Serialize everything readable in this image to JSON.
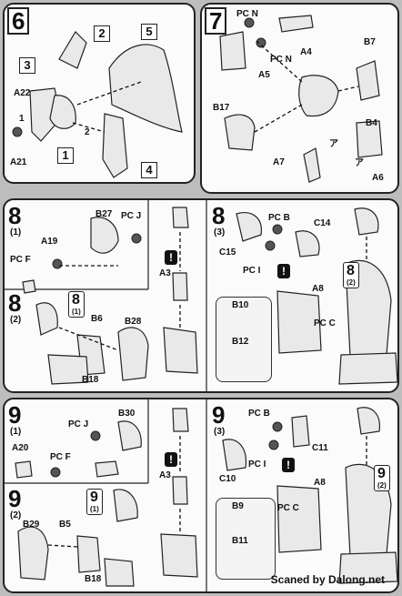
{
  "panels": {
    "step6": {
      "step": "6",
      "callouts": [
        "2",
        "5",
        "3",
        "1",
        "4"
      ],
      "labels": [
        "A22",
        "A21"
      ],
      "markers": [
        "1",
        "2"
      ]
    },
    "step7": {
      "step": "7",
      "labels": [
        "PC N",
        "PC N",
        "A4",
        "A5",
        "B7",
        "B17",
        "B4",
        "A7",
        "A6"
      ],
      "arrow_marks": [
        "ア",
        "ア"
      ]
    },
    "step8_1": {
      "step": "8",
      "sub": "(1)",
      "labels": [
        "B27",
        "PC J",
        "A19",
        "PC F"
      ]
    },
    "step8_2": {
      "step": "8",
      "sub": "(2)",
      "ref_step": "8",
      "ref_sub": "(1)",
      "labels": [
        "B6",
        "B28",
        "B18"
      ]
    },
    "step8_3": {
      "step": "8",
      "sub": "(3)",
      "labels": [
        "PC B",
        "C14",
        "C15",
        "PC I",
        "B10",
        "B12",
        "A8",
        "PC C"
      ],
      "ref_step": "8",
      "ref_sub": "(2)",
      "warn": "!"
    },
    "step8_mid": {
      "label": "A3",
      "warn": "!"
    },
    "step9_1": {
      "step": "9",
      "sub": "(1)",
      "labels": [
        "PC J",
        "B30",
        "A20",
        "PC F"
      ]
    },
    "step9_2": {
      "step": "9",
      "sub": "(2)",
      "ref_step": "9",
      "ref_sub": "(1)",
      "labels": [
        "B29",
        "B5",
        "B18"
      ]
    },
    "step9_3": {
      "step": "9",
      "sub": "(3)",
      "labels": [
        "PC B",
        "C11",
        "C10",
        "PC I",
        "A8",
        "B9",
        "PC C",
        "B11"
      ],
      "ref_step": "9",
      "ref_sub": "(2)",
      "warn": "!"
    },
    "step9_mid": {
      "label": "A3",
      "warn": "!"
    }
  },
  "watermark": "Scaned by Dalong.net"
}
